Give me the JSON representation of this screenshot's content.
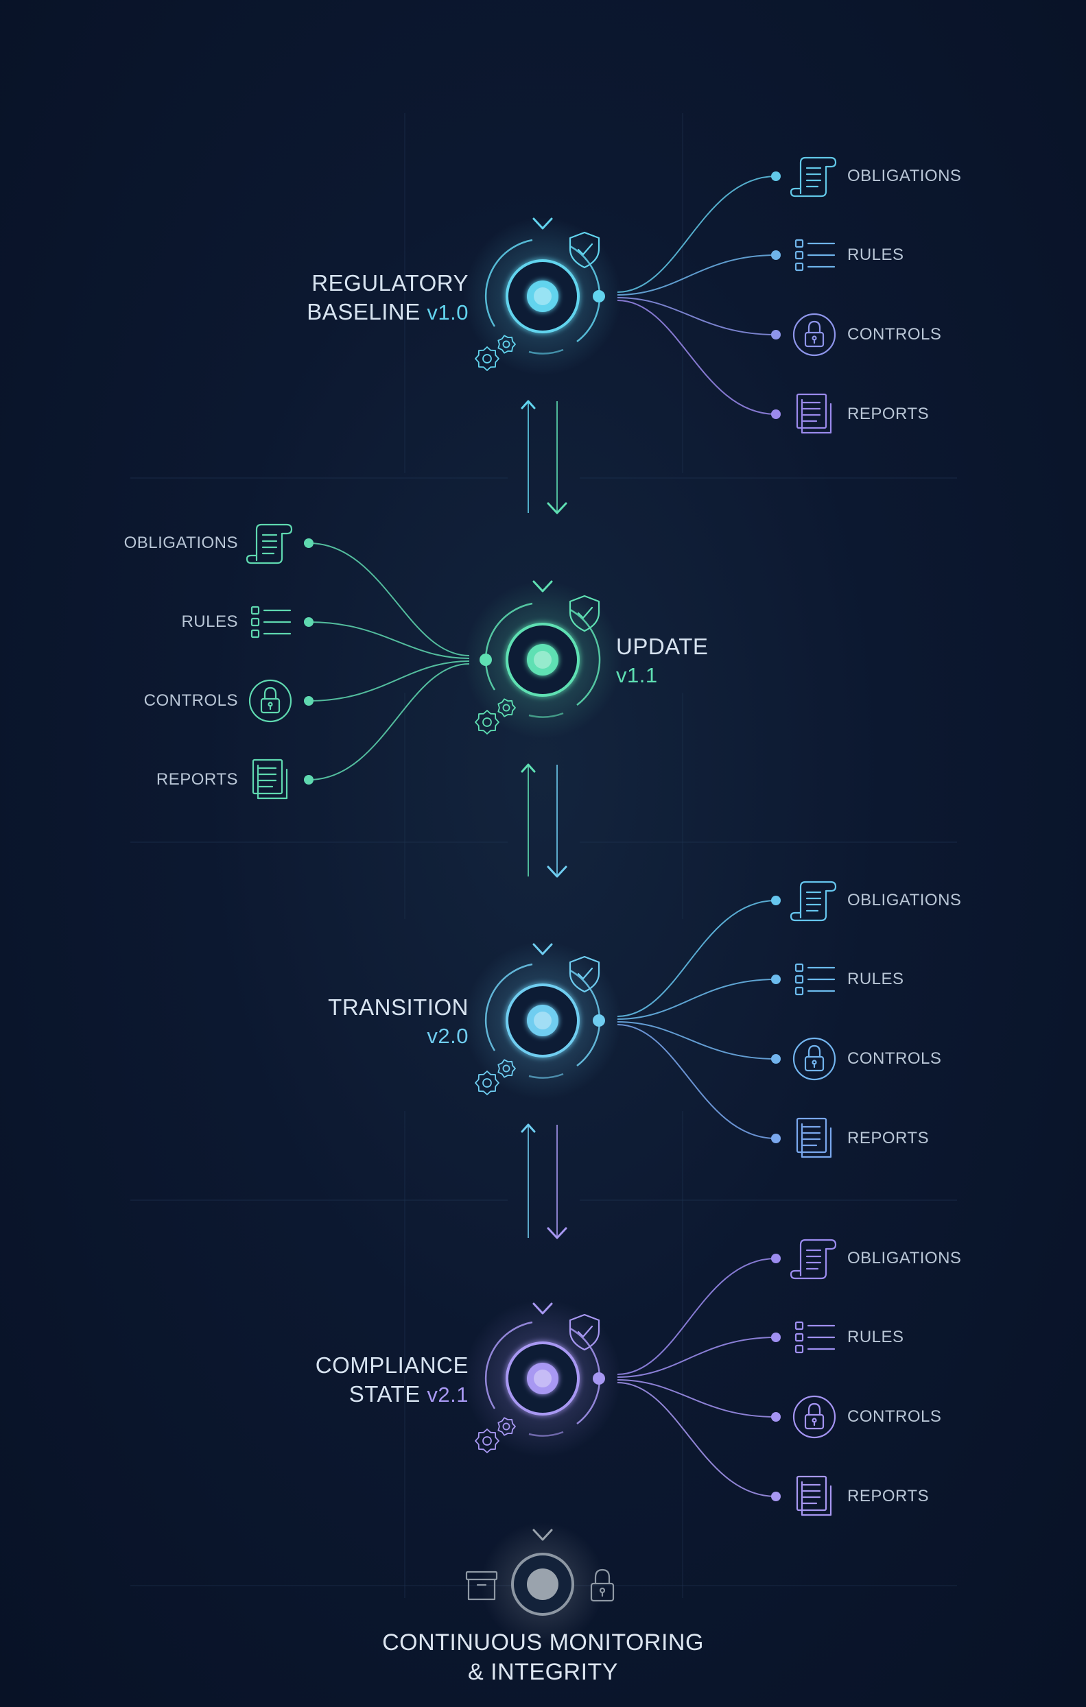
{
  "colors": {
    "background": "#0b1730",
    "stage_1": "#62d4ee",
    "stage_2": "#5fe0b3",
    "stage_3": "#6fcdf0",
    "stage_4": "#a898f2",
    "final": "#9aa3ad",
    "guide": "#1f3350"
  },
  "stages": [
    {
      "title_lines": [
        "REGULATORY",
        "BASELINE"
      ],
      "version": "v1.0",
      "label_side": "left",
      "items_side": "right",
      "accent": "#62d4ee",
      "items": [
        {
          "label": "OBLIGATIONS",
          "icon": "scroll-icon",
          "color": "#62c8e8"
        },
        {
          "label": "RULES",
          "icon": "checklist-icon",
          "color": "#6fb4ea"
        },
        {
          "label": "CONTROLS",
          "icon": "lock-icon",
          "color": "#8e95ea"
        },
        {
          "label": "REPORTS",
          "icon": "documents-icon",
          "color": "#9b8aec"
        }
      ]
    },
    {
      "title_lines": [
        "UPDATE"
      ],
      "version": "v1.1",
      "label_side": "right",
      "items_side": "left",
      "accent": "#5fe0b3",
      "items": [
        {
          "label": "OBLIGATIONS",
          "icon": "scroll-icon",
          "color": "#5fd9b0"
        },
        {
          "label": "RULES",
          "icon": "checklist-icon",
          "color": "#5fd9b0"
        },
        {
          "label": "CONTROLS",
          "icon": "lock-icon",
          "color": "#5fd9b0"
        },
        {
          "label": "REPORTS",
          "icon": "documents-icon",
          "color": "#5fd9b0"
        }
      ]
    },
    {
      "title_lines": [
        "TRANSITION"
      ],
      "version": "v2.0",
      "label_side": "left",
      "items_side": "right",
      "accent": "#6fcdf0",
      "items": [
        {
          "label": "OBLIGATIONS",
          "icon": "scroll-icon",
          "color": "#66c6ee"
        },
        {
          "label": "RULES",
          "icon": "checklist-icon",
          "color": "#6cbcee"
        },
        {
          "label": "CONTROLS",
          "icon": "lock-icon",
          "color": "#72b4ee"
        },
        {
          "label": "REPORTS",
          "icon": "documents-icon",
          "color": "#7aa8ee"
        }
      ]
    },
    {
      "title_lines": [
        "COMPLIANCE",
        "STATE"
      ],
      "version": "v2.1",
      "label_side": "left",
      "items_side": "right",
      "accent": "#a898f2",
      "items": [
        {
          "label": "OBLIGATIONS",
          "icon": "scroll-icon",
          "color": "#9c8cf0"
        },
        {
          "label": "RULES",
          "icon": "checklist-icon",
          "color": "#a090f2"
        },
        {
          "label": "CONTROLS",
          "icon": "lock-icon",
          "color": "#a494f2"
        },
        {
          "label": "REPORTS",
          "icon": "documents-icon",
          "color": "#a898f2"
        }
      ]
    }
  ],
  "final": {
    "title_lines": [
      "CONTINUOUS MONITORING",
      "& INTEGRITY"
    ],
    "icons": [
      "archive-icon",
      "lock-icon"
    ]
  }
}
